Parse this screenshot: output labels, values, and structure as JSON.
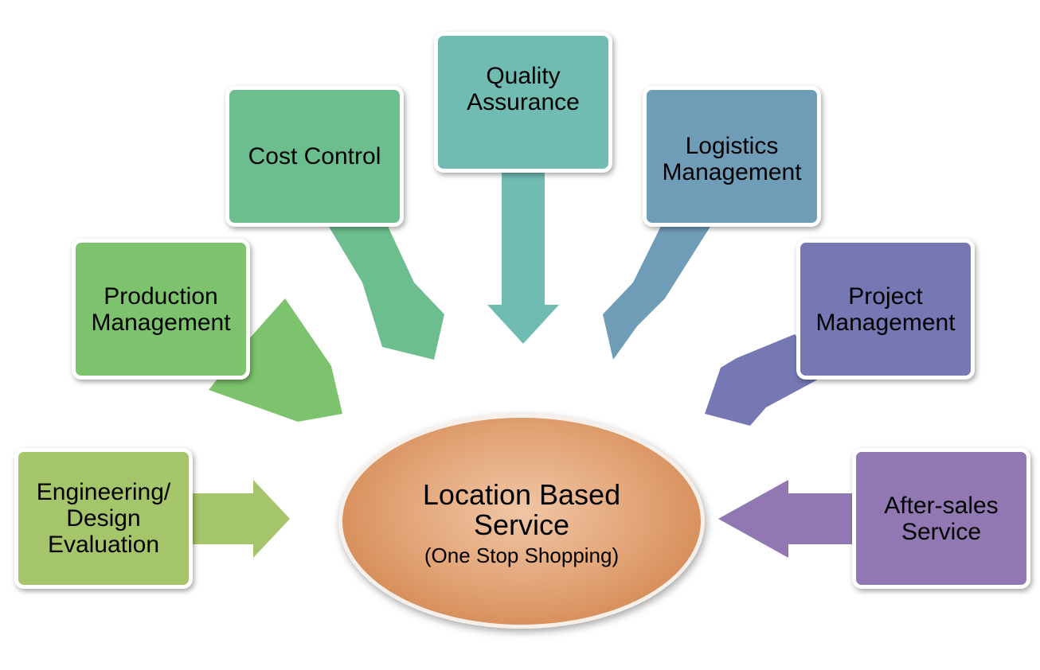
{
  "center": {
    "title": "Location Based\nService",
    "subtitle": "(One Stop Shopping)"
  },
  "nodes": [
    {
      "id": "engineering",
      "label": "Engineering/\nDesign\nEvaluation",
      "color": "#a5c56a"
    },
    {
      "id": "production",
      "label": "Production\nManagement",
      "color": "#7dc36d"
    },
    {
      "id": "cost",
      "label": "Cost Control",
      "color": "#6dbe8e"
    },
    {
      "id": "quality",
      "label": "Quality\nAssurance",
      "color": "#70bcb3"
    },
    {
      "id": "logistics",
      "label": "Logistics\nManagement",
      "color": "#6f9db8"
    },
    {
      "id": "project",
      "label": "Project\nManagement",
      "color": "#7678b4"
    },
    {
      "id": "aftersales",
      "label": "After-sales\nService",
      "color": "#9278b2"
    }
  ]
}
